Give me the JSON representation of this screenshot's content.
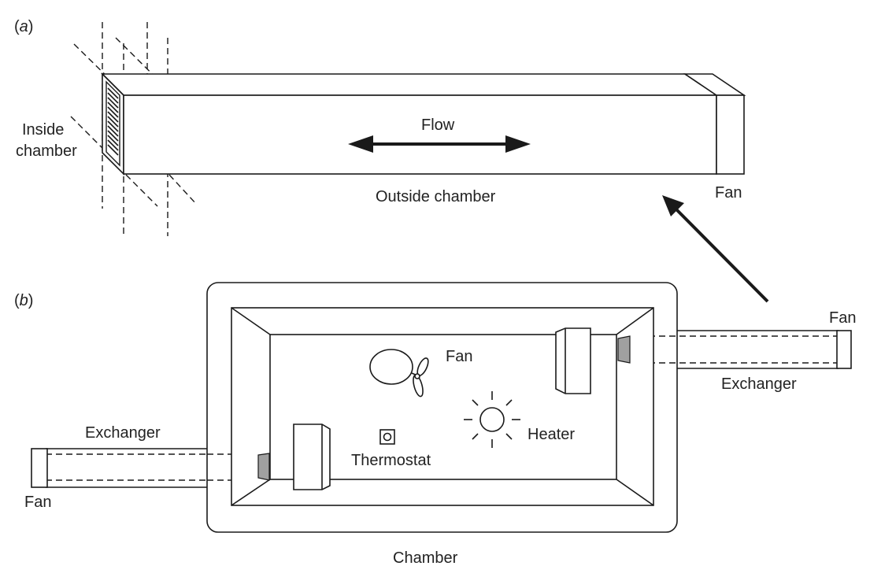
{
  "panel_a": {
    "label_open": "(",
    "label_letter": "a",
    "label_close": ")",
    "inside_line1": "Inside",
    "inside_line2": "chamber",
    "flow": "Flow",
    "outside": "Outside chamber",
    "fan": "Fan"
  },
  "panel_b": {
    "label_open": "(",
    "label_letter": "b",
    "label_close": ")",
    "fan_right": "Fan",
    "exchanger_right": "Exchanger",
    "fan_inner": "Fan",
    "heater": "Heater",
    "thermostat": "Thermostat",
    "exchanger_left": "Exchanger",
    "fan_left": "Fan",
    "chamber": "Chamber"
  },
  "colors": {
    "line": "#1a1a1a",
    "text": "#222222",
    "shaded": "#a0a0a0"
  }
}
